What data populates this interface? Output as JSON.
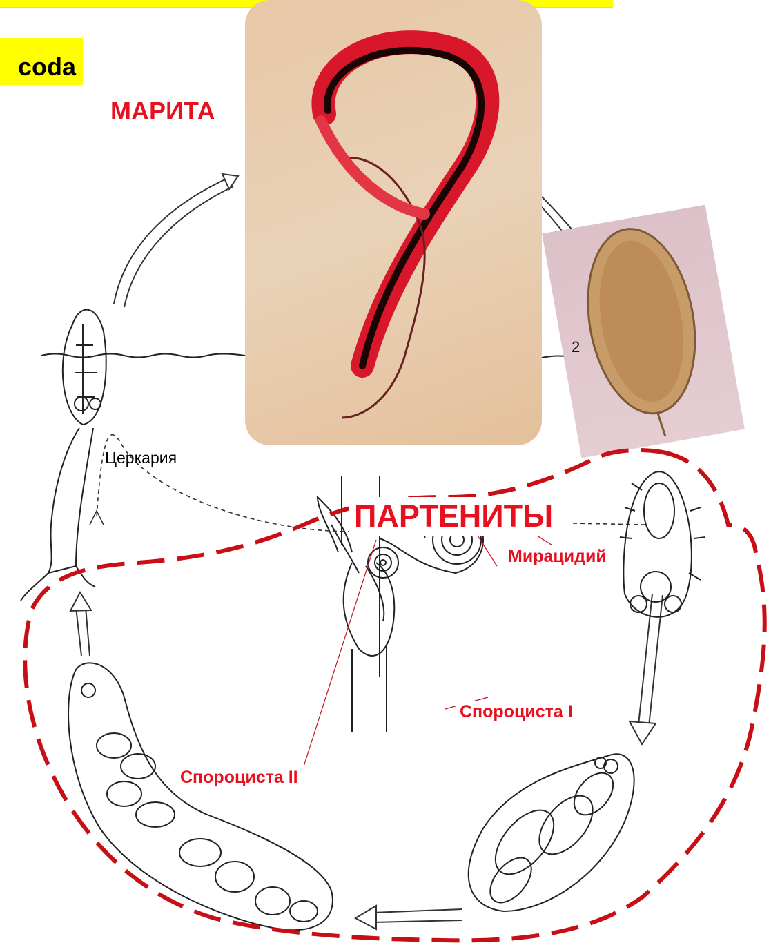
{
  "title": {
    "text": "coda"
  },
  "labels": {
    "marita": "МАРИТА",
    "cercaria": "Церкария",
    "miracidium": "Мирацидий",
    "parthenites": "ПАРТЕНИТЫ",
    "sporocyst_1": "Спороциста I",
    "sporocyst_2": "Спороциста II",
    "egg_number": "2"
  },
  "colors": {
    "red_label": "#e8101f",
    "dashed_outline": "#c80f15",
    "highlight": "#ffff00"
  }
}
